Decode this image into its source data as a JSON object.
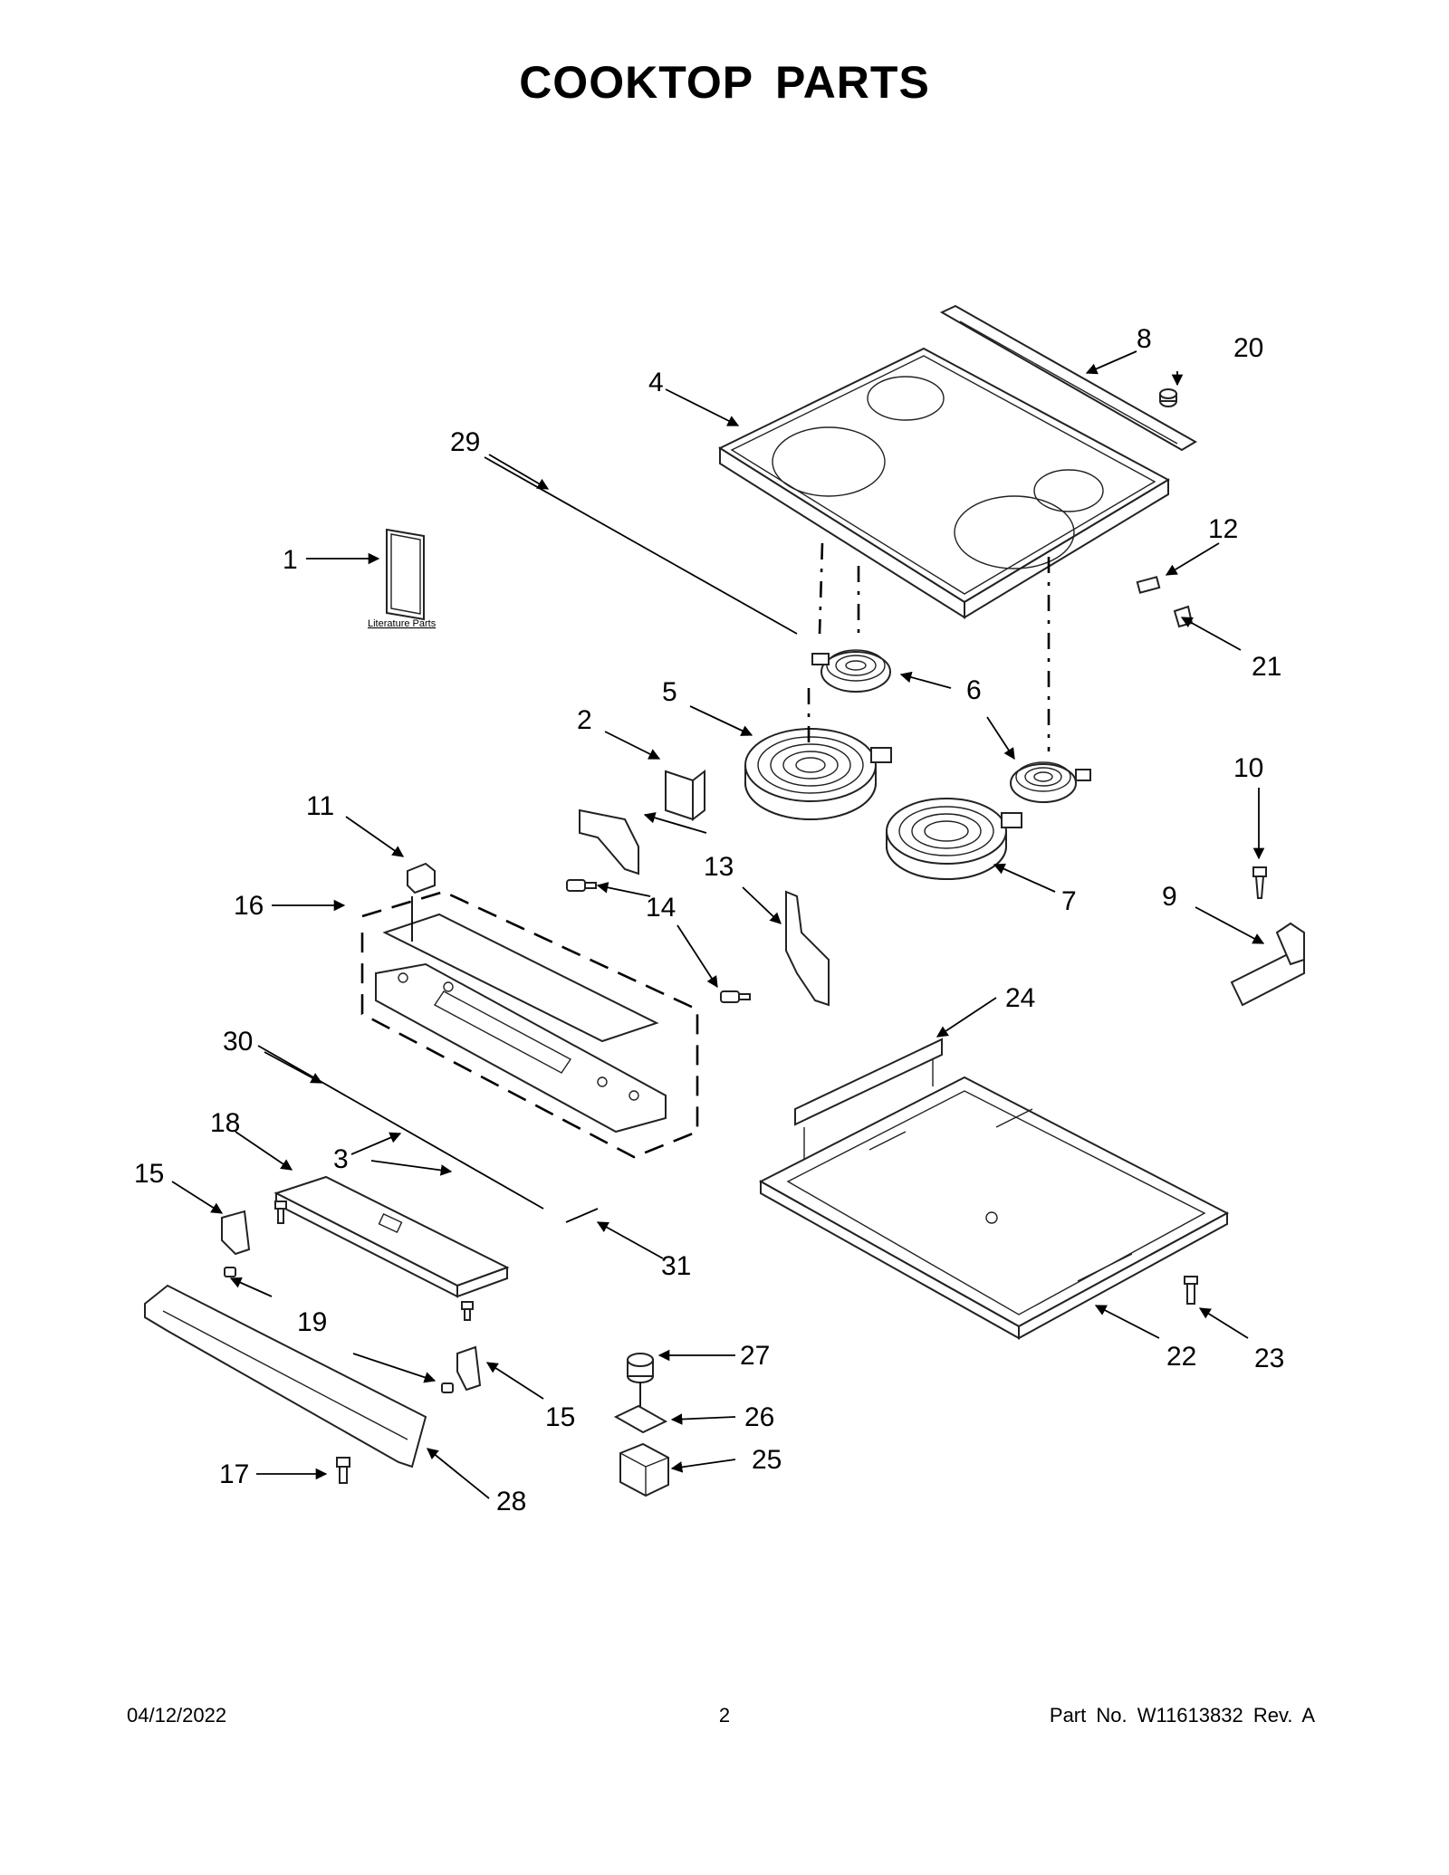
{
  "title": "COOKTOP PARTS",
  "literature_label": "Literature Parts",
  "callouts": [
    "1",
    "2",
    "3",
    "4",
    "5",
    "6",
    "7",
    "8",
    "9",
    "10",
    "11",
    "12",
    "13",
    "14",
    "15",
    "15",
    "16",
    "17",
    "18",
    "19",
    "19",
    "20",
    "21",
    "22",
    "23",
    "24",
    "25",
    "26",
    "27",
    "28",
    "29",
    "30",
    "31"
  ],
  "footer": {
    "date": "04/12/2022",
    "page": "2",
    "part_no": "Part No.  W11613832  Rev.  A"
  }
}
